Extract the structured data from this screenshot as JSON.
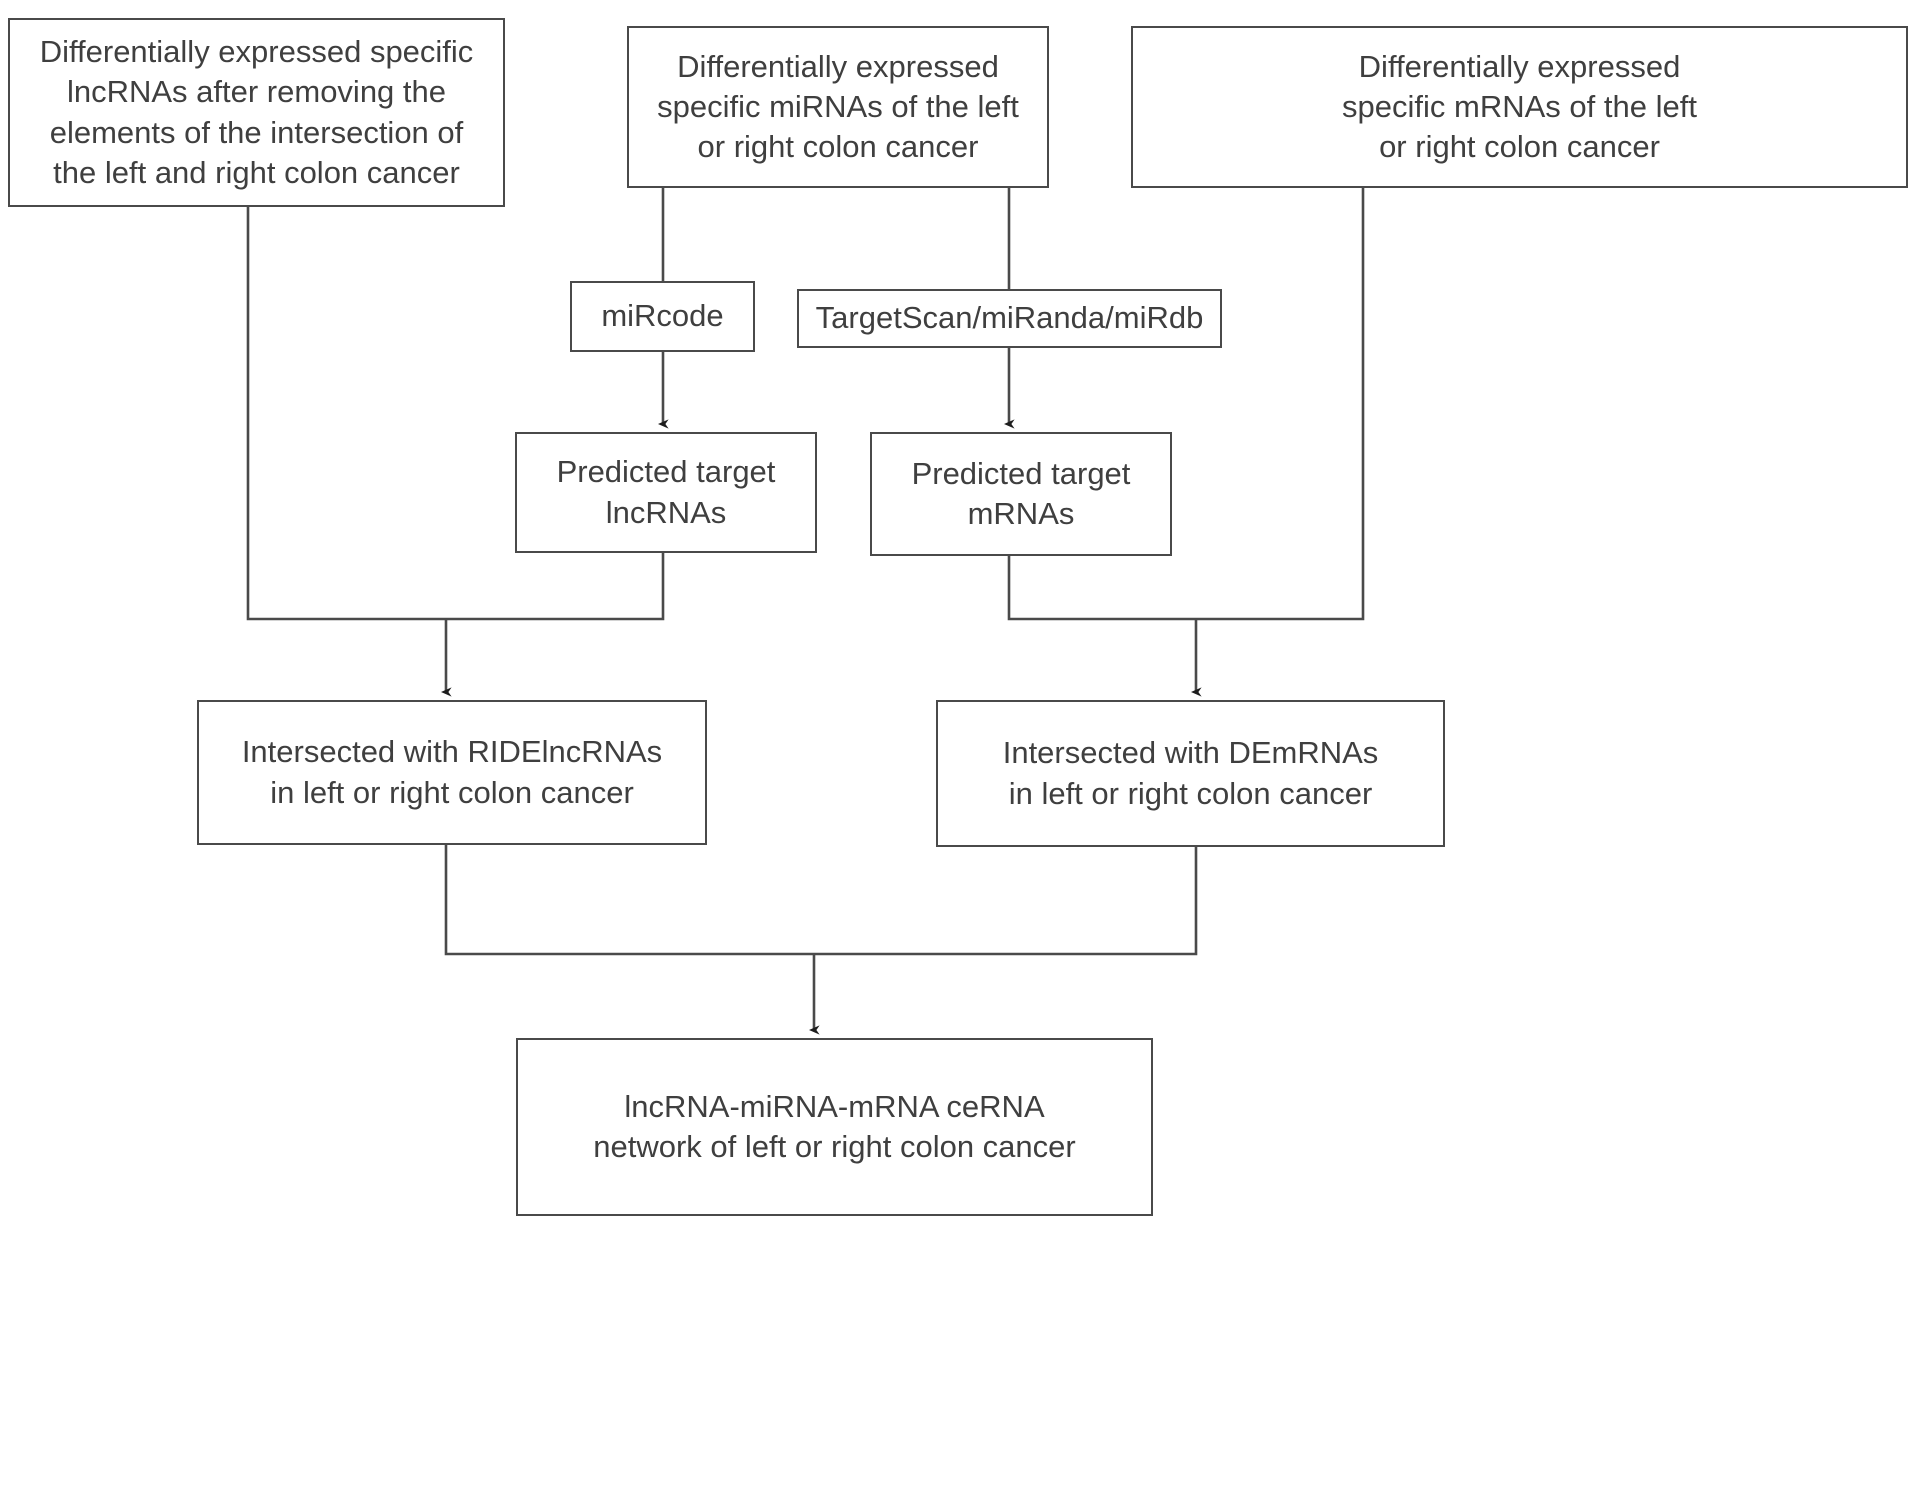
{
  "diagram": {
    "title": "lncRNA-miRNA-mRNA ceRNA network construction workflow",
    "type": "flowchart",
    "orientation": "top-to-bottom",
    "line_color": "#4a4a4a",
    "text_color": "#3f3f3f",
    "background_color": "#ffffff"
  },
  "nodes": {
    "de_lncrna": {
      "id": "de-lncrna",
      "label": "Differentially expressed specific\nlncRNAs after removing the\nelements of the intersection of\nthe left and right colon cancer",
      "level": 1
    },
    "de_mirna": {
      "id": "de-mirna",
      "label": "Differentially expressed\nspecific miRNAs of the left\nor right colon cancer",
      "level": 1
    },
    "de_mrna": {
      "id": "de-mrna",
      "label": "Differentially expressed\nspecific mRNAs of the left\nor right colon cancer",
      "level": 1
    },
    "mircode": {
      "id": "mircode",
      "label": "miRcode",
      "level": 2
    },
    "targetscan": {
      "id": "targetscan",
      "label": "TargetScan/miRanda/miRdb",
      "level": 2
    },
    "predicted_lncrna": {
      "id": "predicted-target-lncrnas",
      "label": "Predicted target\nlncRNAs",
      "level": 3
    },
    "predicted_mrna": {
      "id": "predicted-target-mrnas",
      "label": "Predicted target\nmRNAs",
      "level": 3
    },
    "intersect_lncrna": {
      "id": "intersected-ridelncrnas",
      "label": "Intersected with RIDElncRNAs\nin left or right colon cancer",
      "level": 4
    },
    "intersect_mrna": {
      "id": "intersected-demrnas",
      "label": "Intersected with DEmRNAs\nin left or right colon cancer",
      "level": 4
    },
    "cerna_network": {
      "id": "cerna-network",
      "label": "lncRNA-miRNA-mRNA ceRNA\nnetwork of left or right colon cancer",
      "level": 5
    }
  },
  "edges": [
    {
      "from": "de_mirna",
      "to": "mircode",
      "arrow": false
    },
    {
      "from": "de_mirna",
      "to": "targetscan",
      "arrow": false
    },
    {
      "from": "mircode",
      "to": "predicted_lncrna",
      "arrow": true
    },
    {
      "from": "targetscan",
      "to": "predicted_mrna",
      "arrow": true
    },
    {
      "from": "de_lncrna",
      "to": "intersect_lncrna",
      "arrow": true
    },
    {
      "from": "predicted_lncrna",
      "to": "intersect_lncrna",
      "arrow": true
    },
    {
      "from": "predicted_mrna",
      "to": "intersect_mrna",
      "arrow": true
    },
    {
      "from": "de_mrna",
      "to": "intersect_mrna",
      "arrow": true
    },
    {
      "from": "intersect_lncrna",
      "to": "cerna_network",
      "arrow": true
    },
    {
      "from": "intersect_mrna",
      "to": "cerna_network",
      "arrow": true
    }
  ]
}
